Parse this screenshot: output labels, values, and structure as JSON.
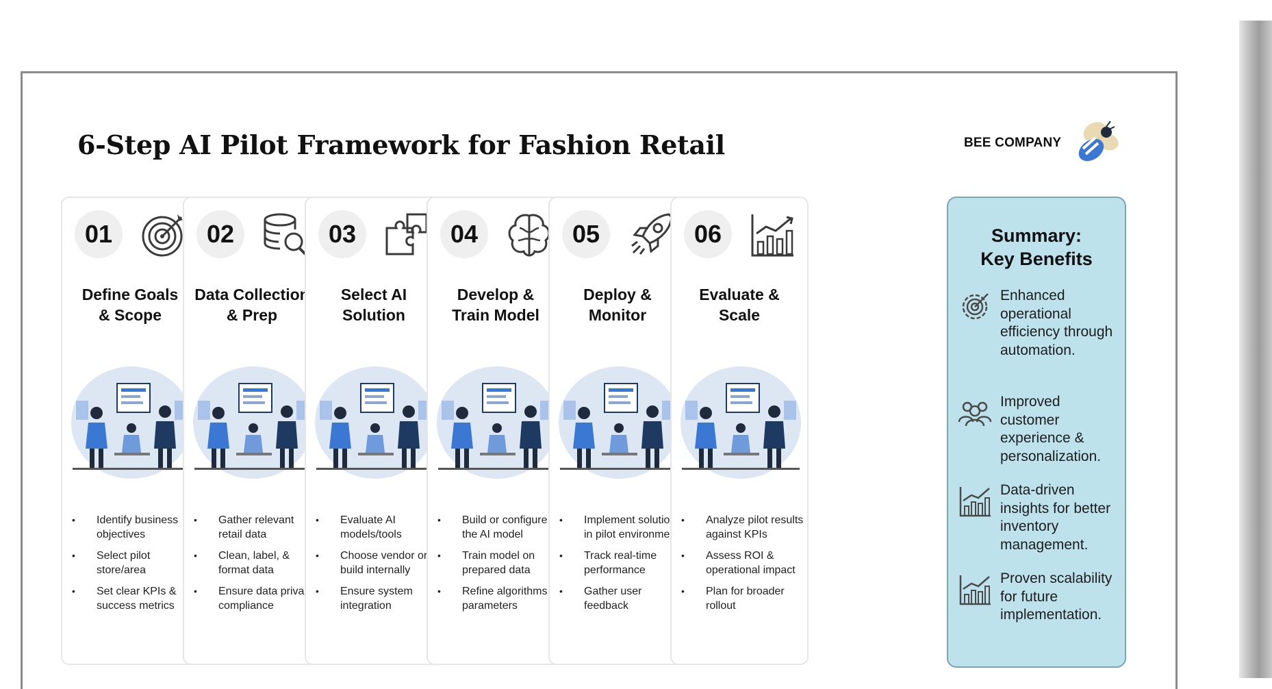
{
  "title": "6-Step AI Pilot Framework for Fashion Retail",
  "brand": {
    "name": "BEE COMPANY",
    "logo_icon": "bee-logo-icon"
  },
  "colors": {
    "accent_blue": "#3a78d4",
    "summary_bg": "#bde2eb",
    "summary_border": "#7aa5b4",
    "badge_bg": "#efefef"
  },
  "steps": [
    {
      "number": "01",
      "title_line1": "Define Goals",
      "title_line2": "& Scope",
      "icon": "target-icon",
      "bullets": [
        "Identify business objectives",
        "Select pilot store/area",
        "Set clear KPIs & success metrics"
      ]
    },
    {
      "number": "02",
      "title_line1": "Data Collection",
      "title_line2": "& Prep",
      "icon": "database-search-icon",
      "bullets": [
        "Gather relevant retail data",
        "Clean, label, & format data",
        "Ensure data privacy compliance"
      ]
    },
    {
      "number": "03",
      "title_line1": "Select AI",
      "title_line2": "Solution",
      "icon": "puzzle-icon",
      "bullets": [
        "Evaluate AI models/tools",
        "Choose vendor or build internally",
        "Ensure system integration"
      ]
    },
    {
      "number": "04",
      "title_line1": "Develop &",
      "title_line2": "Train Model",
      "icon": "brain-icon",
      "bullets": [
        "Build or configure the AI model",
        "Train model on prepared data",
        "Refine algorithms & parameters"
      ]
    },
    {
      "number": "05",
      "title_line1": "Deploy &",
      "title_line2": "Monitor",
      "icon": "rocket-icon",
      "bullets": [
        "Implement solution in pilot environment",
        "Track real-time performance",
        "Gather user feedback"
      ]
    },
    {
      "number": "06",
      "title_line1": "Evaluate &",
      "title_line2": "Scale",
      "icon": "growth-chart-icon",
      "bullets": [
        "Analyze pilot results against KPIs",
        "Assess ROI & operational impact",
        "Plan for broader rollout"
      ]
    }
  ],
  "summary": {
    "title_line1": "Summary:",
    "title_line2": "Key Benefits",
    "benefits": [
      {
        "icon": "gear-target-icon",
        "text": "Enhanced operational efficiency through automation."
      },
      {
        "icon": "people-icon",
        "text": "Improved customer experience & personalization."
      },
      {
        "icon": "bar-chart-icon",
        "text": "Data-driven insights for better inventory management."
      },
      {
        "icon": "bar-chart-icon",
        "text": "Proven scalability for future implementation."
      }
    ]
  }
}
